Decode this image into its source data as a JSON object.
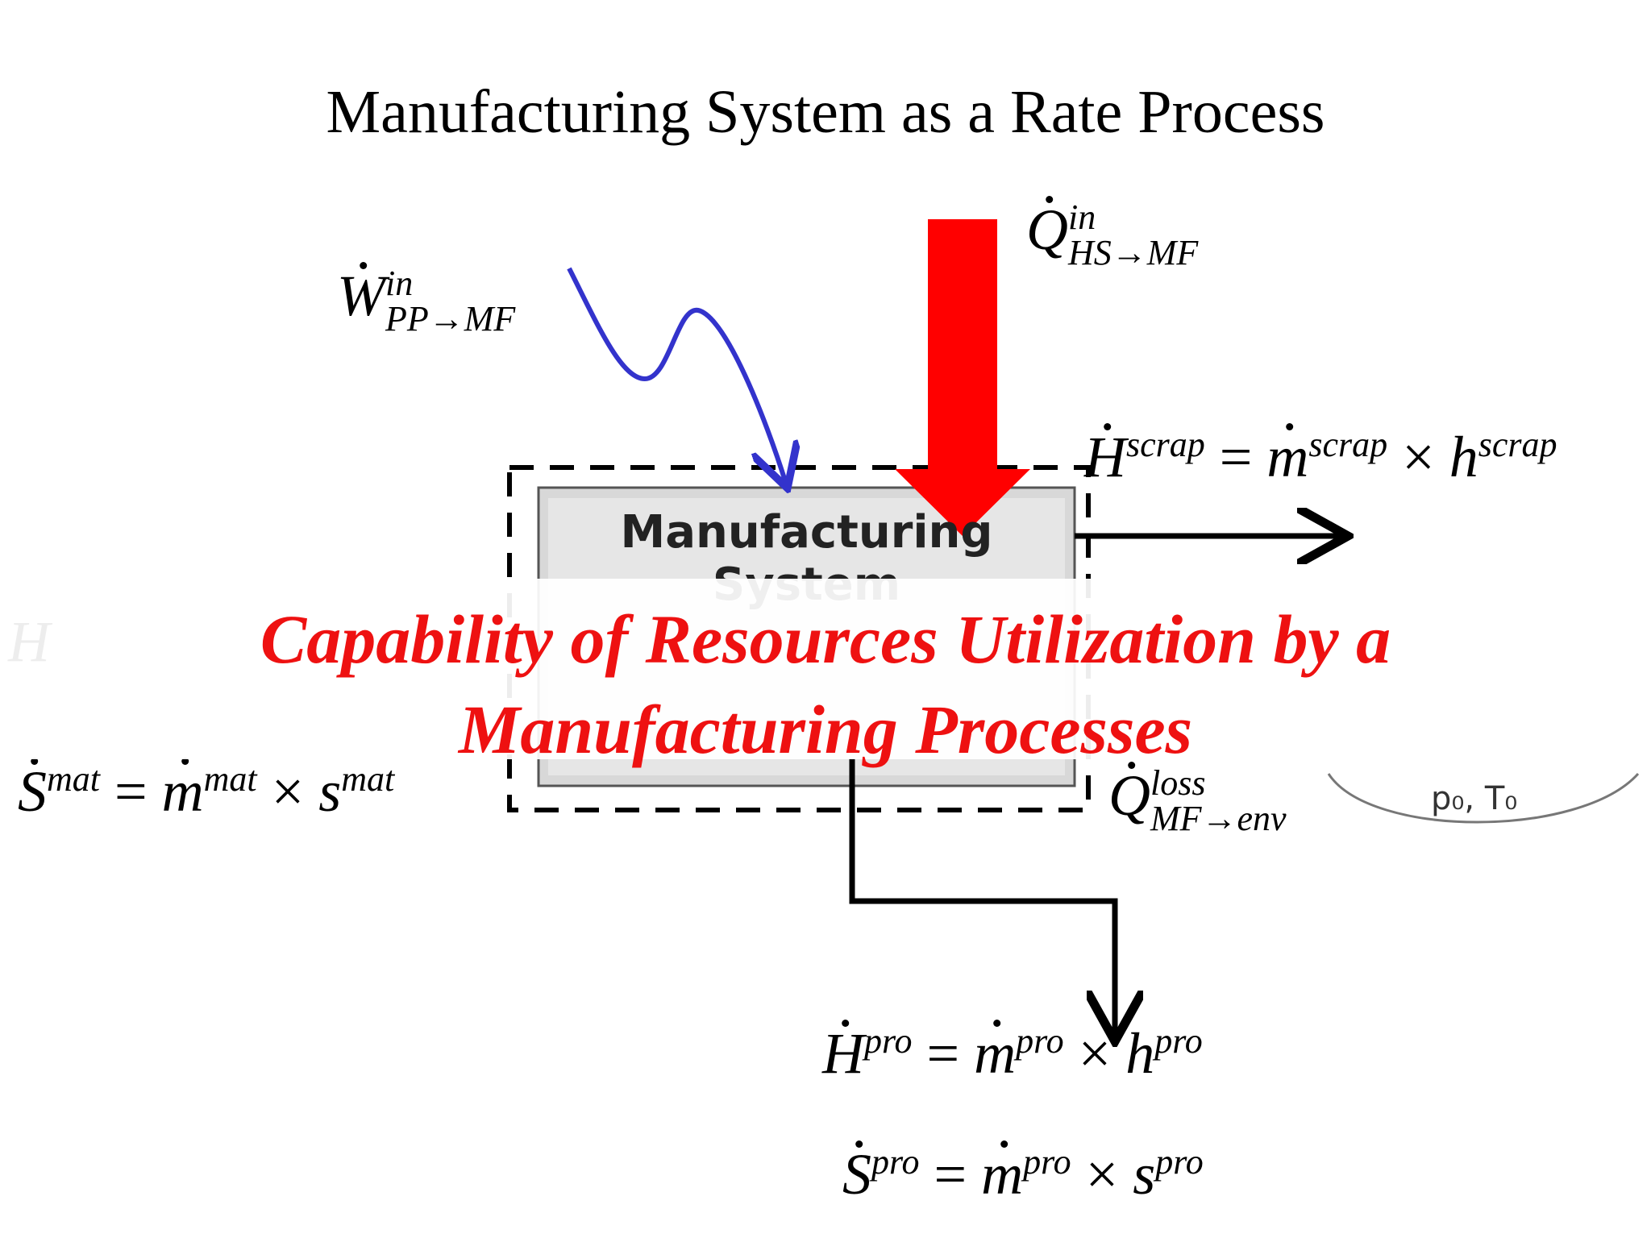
{
  "title": "Manufacturing System as a Rate Process",
  "box": {
    "label_line1": "Manufacturing",
    "label_line2": "System"
  },
  "overlay": {
    "line1": "Capability  of Resources Utilization by a",
    "line2": "Manufacturing Processes"
  },
  "equations": {
    "work_in": {
      "symbol": "W",
      "sup": "in",
      "sub": "PP→MF"
    },
    "heat_in": {
      "symbol": "Q",
      "sup": "in",
      "sub": "HS→MF"
    },
    "heat_loss": {
      "symbol": "Q",
      "sup": "loss",
      "sub": "MF→env"
    },
    "h_scrap": {
      "lhs": "H",
      "sup": "scrap",
      "rhs1": "m",
      "rhs2": "h"
    },
    "s_mat": {
      "lhs": "S",
      "sup": "mat",
      "rhs1": "m",
      "rhs2": "s"
    },
    "h_mat_partial": "H",
    "h_pro": {
      "lhs": "H",
      "sup": "pro",
      "rhs1": "m",
      "rhs2": "h"
    },
    "s_pro": {
      "lhs": "S",
      "sup": "pro",
      "rhs1": "m",
      "rhs2": "s"
    },
    "equals": "=",
    "times": "×"
  },
  "environment_label": "p₀, T₀",
  "colors": {
    "heat_arrow": "#ff0000",
    "work_arrow": "#3333cc",
    "overlay_text": "#ee1111"
  }
}
